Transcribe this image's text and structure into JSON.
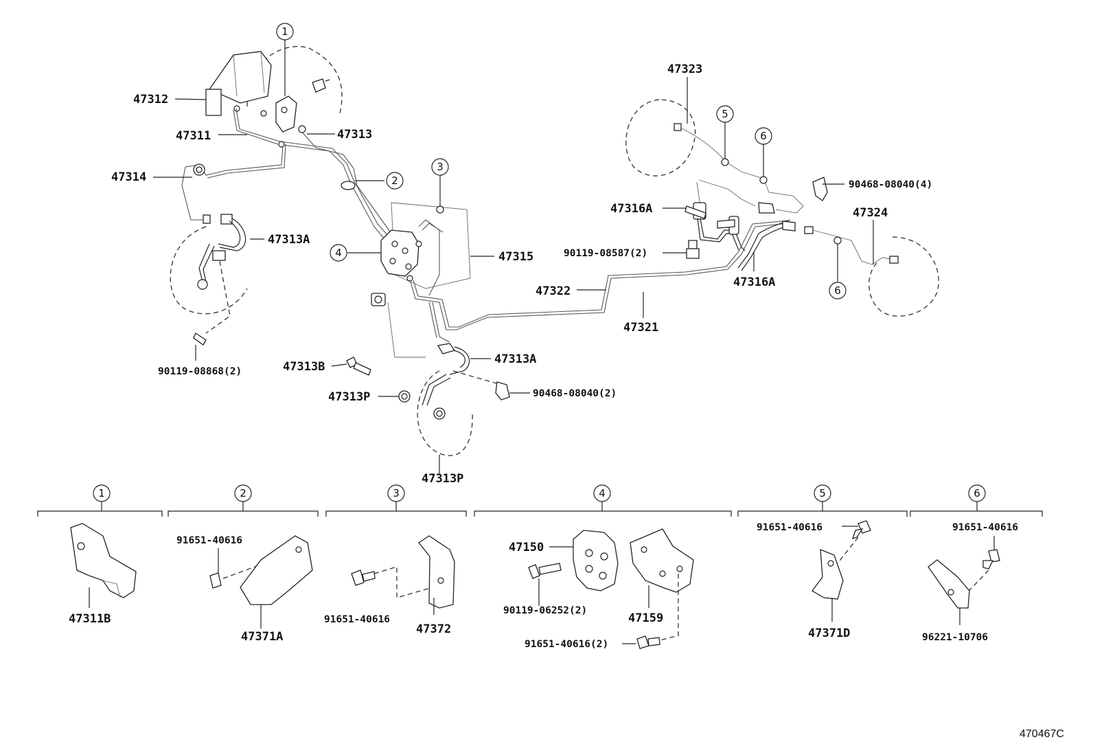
{
  "labels": {
    "p47312": "47312",
    "p47311": "47311",
    "p47313": "47313",
    "p47314": "47314",
    "p47313A_left": "47313A",
    "p90119_08868": "90119-08868(2)",
    "p47315": "47315",
    "p47313B": "47313B",
    "p47313P_left": "47313P",
    "p47313A_mid": "47313A",
    "p90468_08040_2": "90468-08040(2)",
    "p47313P_bottom": "47313P",
    "p47322": "47322",
    "p47321": "47321",
    "p47323": "47323",
    "p47316A_left": "47316A",
    "p90119_08587": "90119-08587(2)",
    "p47316A_right": "47316A",
    "p90468_08040_4": "90468-08040(4)",
    "p47324": "47324"
  },
  "callouts": {
    "c1": "1",
    "c2": "2",
    "c3": "3",
    "c4": "4",
    "c5": "5",
    "c6": "6",
    "c6b": "6"
  },
  "groups": [
    {
      "num": "1",
      "parts": {
        "a": "47311B"
      }
    },
    {
      "num": "2",
      "parts": {
        "a": "91651-40616",
        "b": "47371A"
      }
    },
    {
      "num": "3",
      "parts": {
        "a": "91651-40616",
        "b": "47372"
      }
    },
    {
      "num": "4",
      "parts": {
        "a": "47150",
        "b": "90119-06252(2)",
        "c": "47159",
        "d": "91651-40616(2)"
      }
    },
    {
      "num": "5",
      "parts": {
        "a": "91651-40616",
        "b": "47371D"
      }
    },
    {
      "num": "6",
      "parts": {
        "a": "91651-40616",
        "b": "96221-10706"
      }
    }
  ],
  "figure_ref": "470467C"
}
